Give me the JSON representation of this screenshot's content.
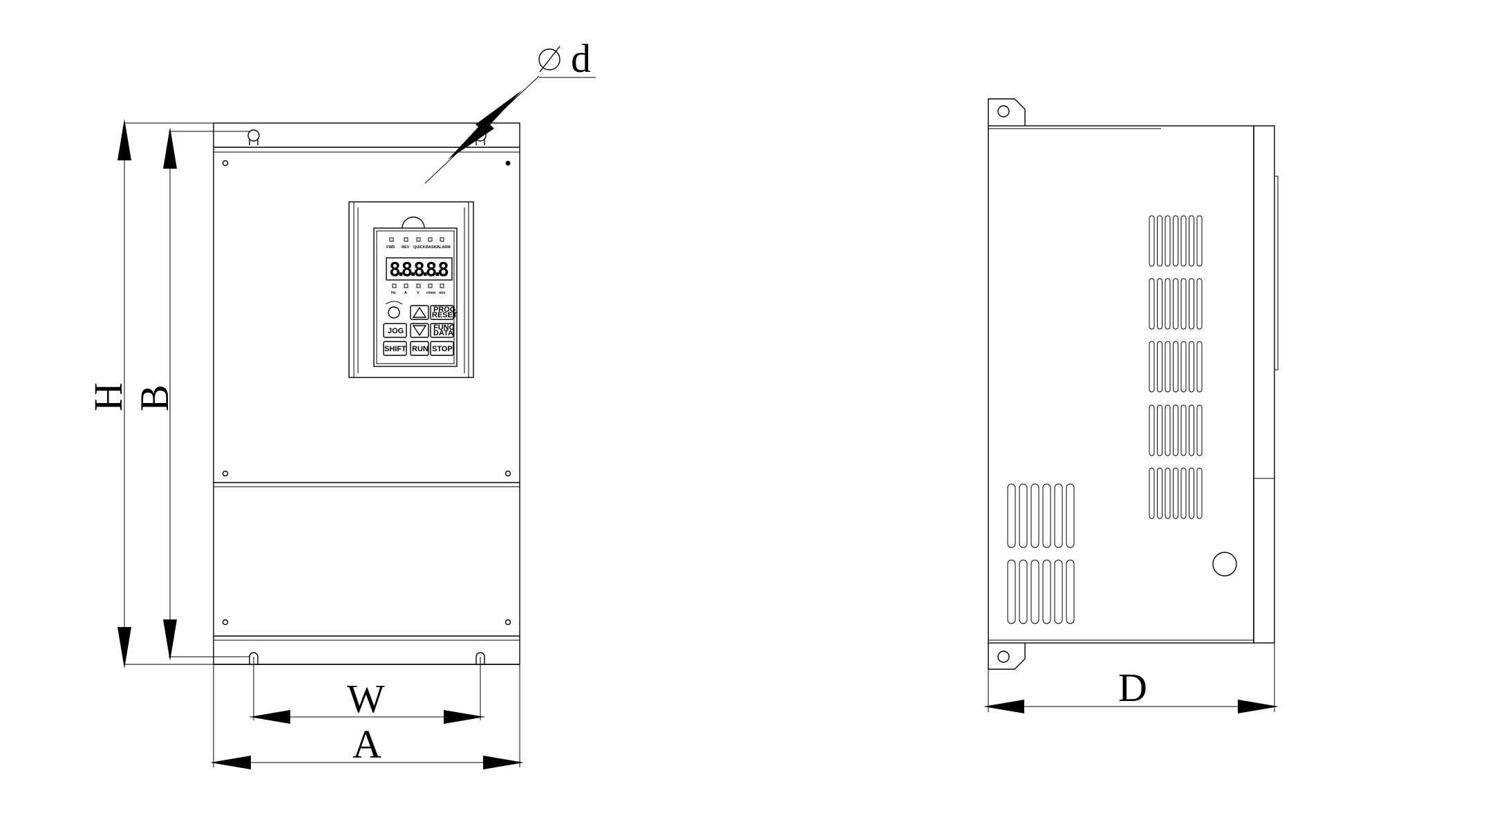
{
  "dimensions": {
    "height_outer": "H",
    "height_mount": "B",
    "width_mount": "W",
    "width_outer": "A",
    "depth": "D",
    "hole_diameter": "d"
  },
  "keypad": {
    "indicators_top": [
      "FWD",
      "REV",
      "QUICK",
      "BASIC",
      "ALARM"
    ],
    "display": "8.8.8.8.8",
    "indicators_units": [
      "Hz",
      "A",
      "V",
      "r/min",
      "m/s"
    ],
    "keys": {
      "prog_reset": "PROG\nRESET",
      "jog": "JOG",
      "func_data": "FUNC\nDATA",
      "shift": "SHIFT",
      "run": "RUN",
      "stop": "STOP"
    },
    "up_symbol": "△",
    "down_symbol": "▽"
  }
}
